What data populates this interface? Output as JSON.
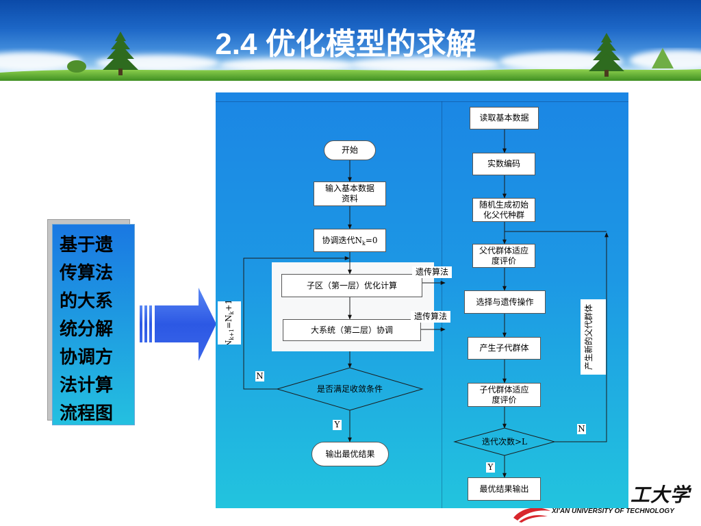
{
  "slide": {
    "title": "2.4 优化模型的求解",
    "side_label": [
      "基于遗",
      "传算法",
      "的大系",
      "统分解",
      "协调方",
      "法计算",
      "流程图"
    ]
  },
  "left_flow": {
    "start": "开始",
    "input_data": [
      "输入基本数据",
      "资料"
    ],
    "init_iteration": {
      "main": "协调迭代N",
      "sub": "k",
      "tail": "=0"
    },
    "level1_optimize": "子区（第一层）优化计算",
    "level2_coordinate": "大系统（第二层）协调",
    "method_tag_level1": "遗传算法",
    "method_tag_level2": "遗传算法",
    "convergence_check": "是否满足收敛条件",
    "no_label": "N",
    "yes_label": "Y",
    "iteration_update": {
      "n1": "N",
      "sub1": "k+1",
      "eq": "=N",
      "sub2": "k",
      "tail": "+1"
    },
    "output": "输出最优结果"
  },
  "right_flow": {
    "read_data": "读取基本数据",
    "encoding": "实数编码",
    "init_population": [
      "随机生成初始",
      "化父代种群"
    ],
    "parent_fitness": [
      "父代群体适应",
      "度评价"
    ],
    "selection": "选择与遗传操作",
    "offspring": "产生子代群体",
    "offspring_fitness": [
      "子代群体适应",
      "度评价"
    ],
    "iteration_check": "迭代次数>L",
    "yes_label": "Y",
    "no_label": "N",
    "new_parent_loop": "产生新的父代群体",
    "output": "最优结果输出"
  },
  "logo": {
    "calligraphy": "工大学",
    "name_en": "XI'AN UNIVERSITY OF TECHNOLOGY"
  },
  "colors": {
    "banner_top": "#0b4aa8",
    "panel_top": "#1b86e4",
    "panel_bottom": "#22c4de",
    "side_box_top": "#1a78e2",
    "side_box_bottom": "#24c0e0",
    "arrow_blue": "#2c58e4",
    "logo_red": "#d8262c"
  }
}
